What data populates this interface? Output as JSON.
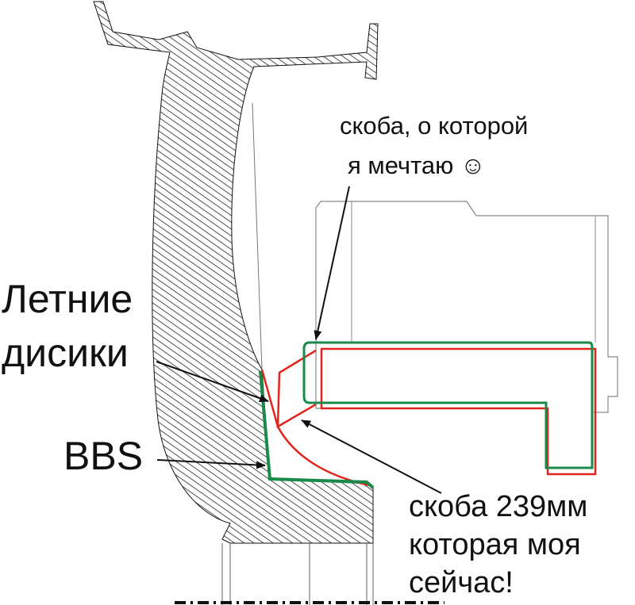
{
  "labels": {
    "dream_caliper_line1": "скоба, о которой",
    "dream_caliper_line2": "я мечтаю ☺",
    "summer_wheels_line1": "Летние",
    "summer_wheels_line2": "дисики",
    "bbs": "BBS",
    "current_caliper_line1": "скоба 239мм",
    "current_caliper_line2": "которая моя",
    "current_caliper_line3": "сейчас!"
  },
  "colors": {
    "green_outline": "#1a8a4a",
    "red_outline": "#e0261c",
    "hatch": "#222222",
    "caliper_outline": "#888888"
  }
}
